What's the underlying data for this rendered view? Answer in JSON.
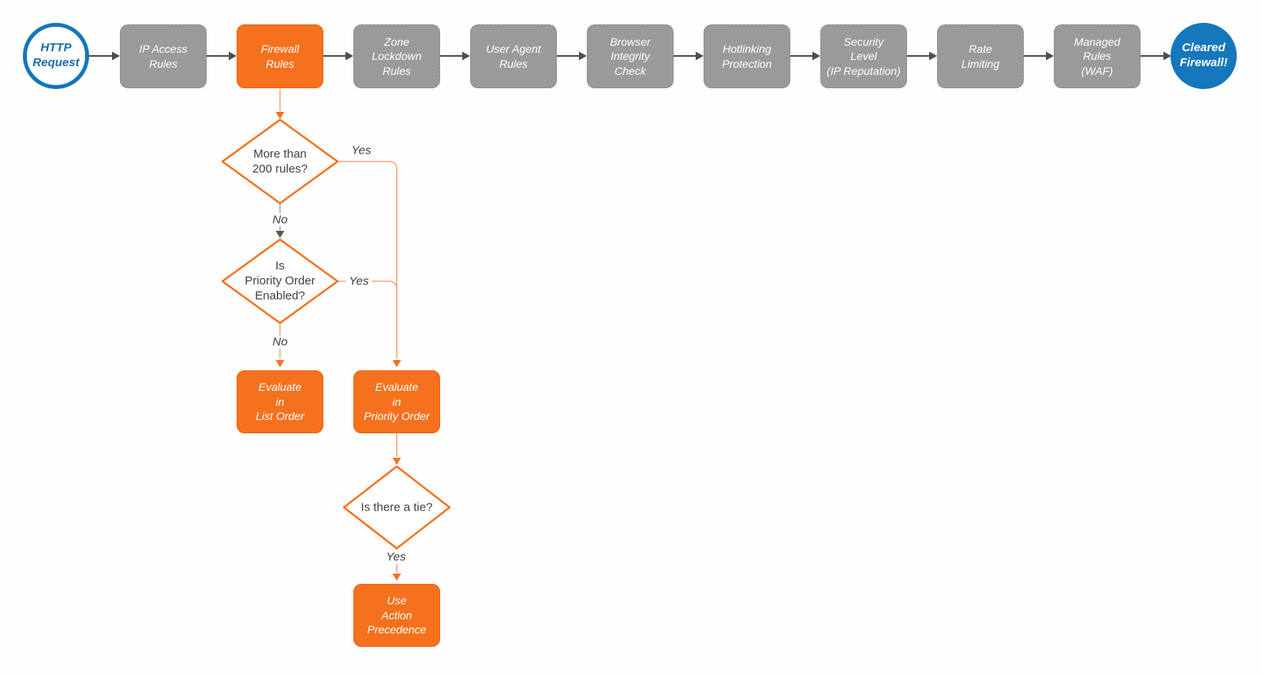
{
  "diagram": {
    "start_node": {
      "label": "HTTP\nRequest"
    },
    "end_node": {
      "label": "Cleared\nFirewall!"
    },
    "pipeline": [
      {
        "id": "ip-access-rules",
        "label": "IP Access\nRules"
      },
      {
        "id": "firewall-rules",
        "label": "Firewall\nRules",
        "highlighted": true
      },
      {
        "id": "zone-lockdown-rules",
        "label": "Zone\nLockdown\nRules"
      },
      {
        "id": "user-agent-rules",
        "label": "User Agent\nRules"
      },
      {
        "id": "browser-integrity-check",
        "label": "Browser\nIntegrity\nCheck"
      },
      {
        "id": "hotlinking-protection",
        "label": "Hotlinking\nProtection"
      },
      {
        "id": "security-level",
        "label": "Security\nLevel\n(IP Reputation)"
      },
      {
        "id": "rate-limiting",
        "label": "Rate\nLimiting"
      },
      {
        "id": "managed-rules-waf",
        "label": "Managed\nRules\n(WAF)"
      }
    ],
    "decisions": [
      {
        "id": "more-than-200-rules",
        "label": "More than\n200 rules?",
        "yes_label": "Yes",
        "no_label": "No"
      },
      {
        "id": "priority-order-enabled",
        "label": "Is\nPriority Order\nEnabled?",
        "yes_label": "Yes",
        "no_label": "No"
      },
      {
        "id": "is-there-a-tie",
        "label": "Is there a tie?",
        "yes_label": "Yes"
      }
    ],
    "actions": [
      {
        "id": "evaluate-in-list-order",
        "label": "Evaluate\nin\nList Order"
      },
      {
        "id": "evaluate-in-priority-order",
        "label": "Evaluate\nin\nPriority Order"
      },
      {
        "id": "use-action-precedence",
        "label": "Use\nAction\nPrecedence"
      }
    ],
    "colors": {
      "accent_orange": "#F5711D",
      "connector_orange_line": "#F6A77D",
      "node_gray": "#9A9A9A",
      "brand_blue": "#1577BC",
      "connector_dark": "#4E4E4E",
      "connector_light_gray": "#A9A9A9",
      "text_dark": "#3F3F3F"
    }
  }
}
